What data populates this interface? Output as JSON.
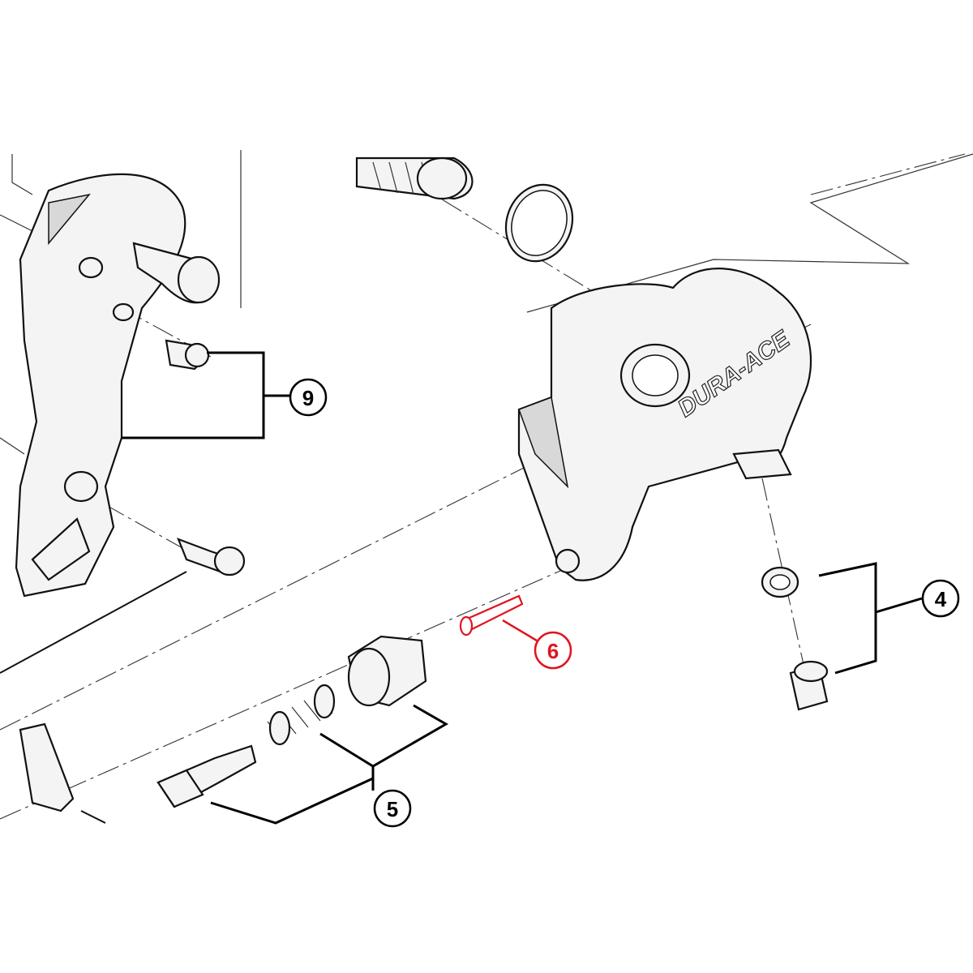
{
  "diagram": {
    "callouts": [
      {
        "id": "9",
        "label": "9",
        "color": "#000000"
      },
      {
        "id": "4",
        "label": "4",
        "color": "#000000"
      },
      {
        "id": "6",
        "label": "6",
        "color": "#e0141e",
        "highlighted": true
      },
      {
        "id": "5",
        "label": "5",
        "color": "#000000"
      }
    ],
    "logo_text": "DURA-ACE",
    "highlight_color": "#e0141e"
  }
}
